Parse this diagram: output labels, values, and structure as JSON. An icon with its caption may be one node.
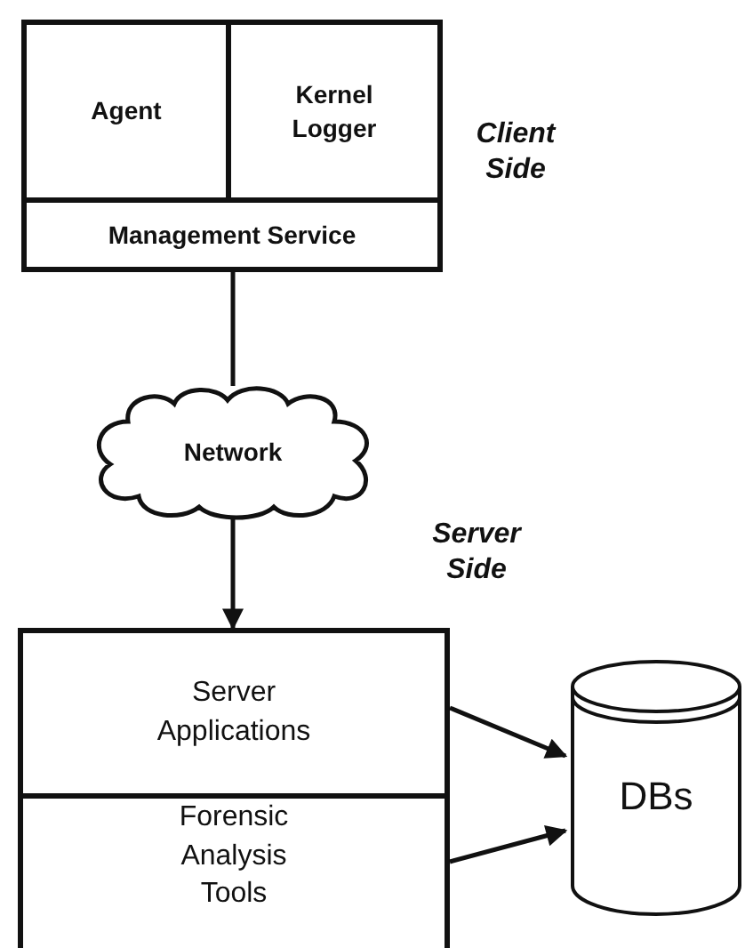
{
  "diagram": {
    "nodes": [
      {
        "text": [
          "Agent"
        ]
      },
      {
        "text": [
          "Kernel Logger"
        ]
      },
      {
        "text": [
          "Management Service"
        ]
      },
      {
        "text": [
          "Network"
        ]
      },
      {
        "text": [
          "Server Applications"
        ]
      },
      {
        "text": [
          "Forensic Analysis Tools"
        ]
      },
      {
        "text": [
          "DBs"
        ]
      }
    ],
    "edges": [
      {
        "from": 2,
        "to": 3,
        "arrow": "none"
      },
      {
        "from": 3,
        "to": 4,
        "arrow": "to"
      },
      {
        "from": 4,
        "to": 6,
        "arrow": "to"
      },
      {
        "from": 5,
        "to": 6,
        "arrow": "to"
      }
    ],
    "labels": [
      "Client Side",
      "Server Side"
    ]
  }
}
